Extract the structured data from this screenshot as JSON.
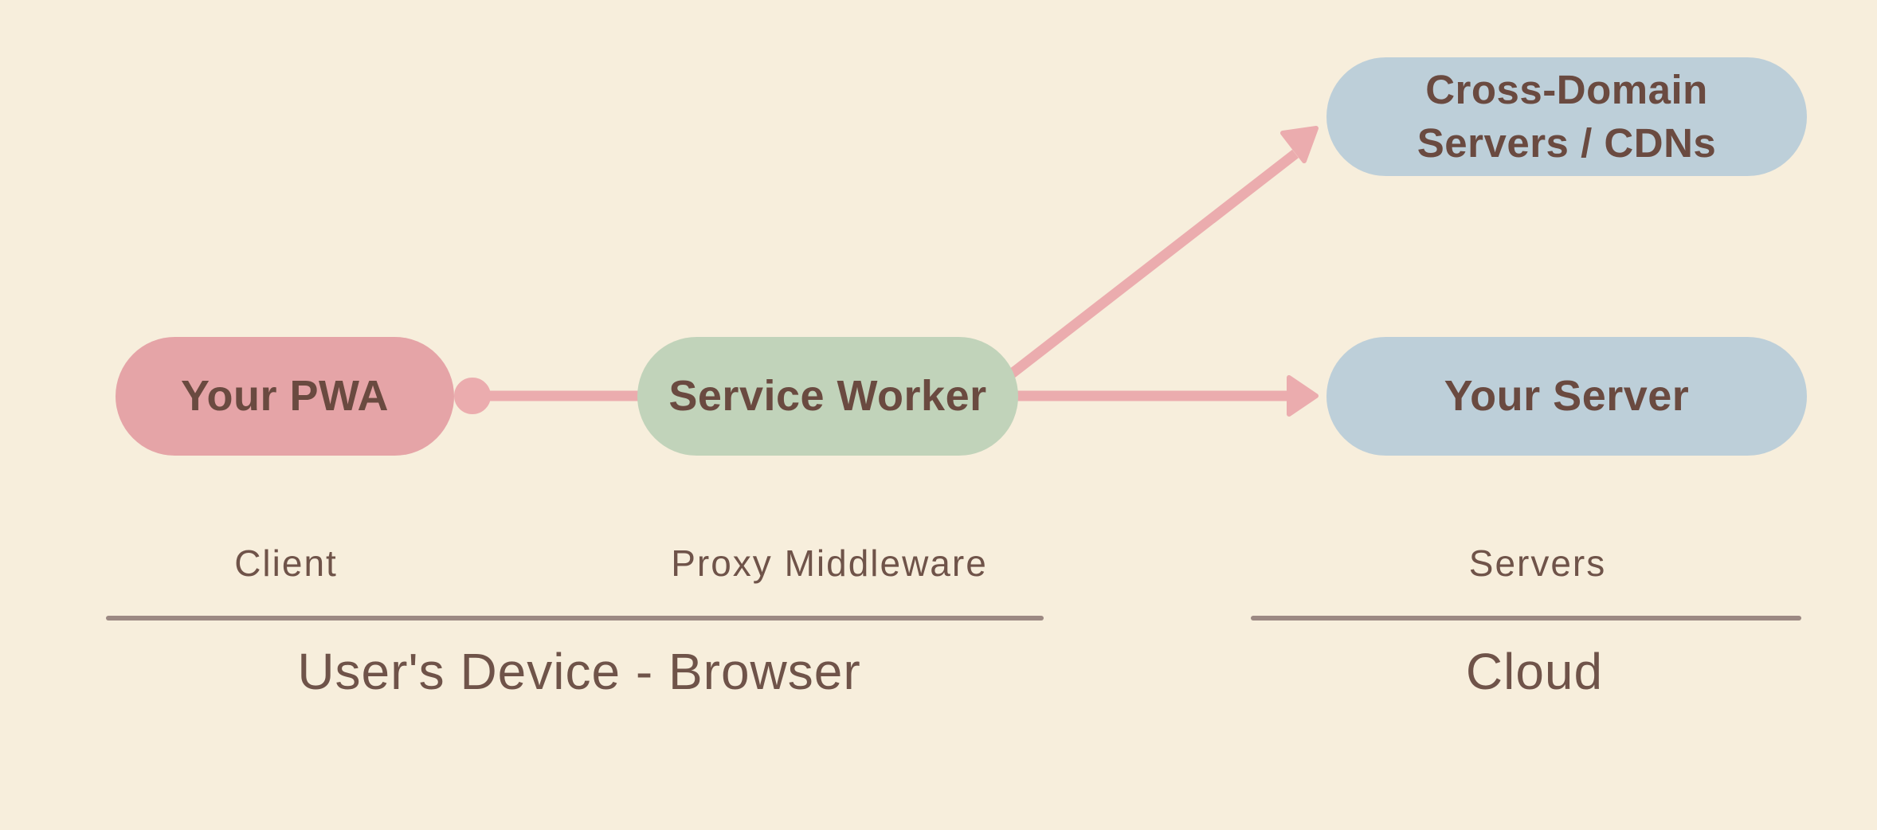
{
  "colors": {
    "bg": "#F7EEDC",
    "pink": "#E5A4A7",
    "green": "#C1D3BA",
    "blue": "#BDCFD9",
    "arrow": "#EBACAE",
    "text_dark": "#6A4A40",
    "text_label": "#6F5349",
    "rule": "#9C8983"
  },
  "nodes": [
    {
      "id": "your-pwa",
      "line1": "Your PWA",
      "line2": "",
      "color_key": "pink"
    },
    {
      "id": "service-worker",
      "line1": "Service Worker",
      "line2": "",
      "color_key": "green"
    },
    {
      "id": "cross-domain-servers",
      "line1": "Cross-Domain",
      "line2": "Servers / CDNs",
      "color_key": "blue"
    },
    {
      "id": "your-server",
      "line1": "Your Server",
      "line2": "",
      "color_key": "blue"
    }
  ],
  "role_labels": {
    "client": "Client",
    "proxy": "Proxy Middleware",
    "servers": "Servers"
  },
  "group_labels": {
    "device": "User's Device - Browser",
    "cloud": "Cloud"
  }
}
